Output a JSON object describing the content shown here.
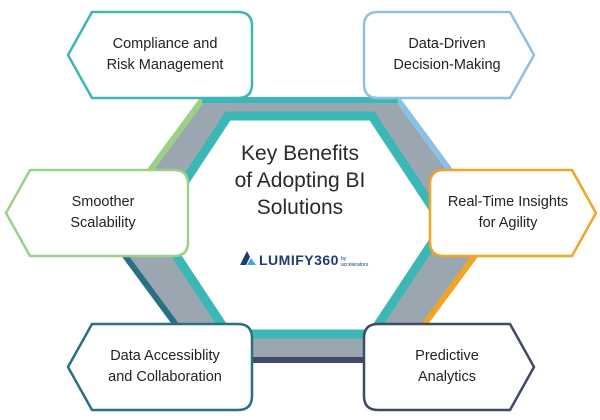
{
  "center": {
    "title": "Key Benefits\nof Adopting BI\nSolutions",
    "logo": {
      "wordmark": "LUMIFY360",
      "tagline": "by accelerators"
    }
  },
  "benefits": [
    {
      "id": "compliance",
      "text": "Compliance and\nRisk Management",
      "color": "#3bb7b5"
    },
    {
      "id": "data-driven",
      "text": "Data-Driven\nDecision-Making",
      "color": "#8cc1e6"
    },
    {
      "id": "scalability",
      "text": "Smoother\nScalability",
      "color": "#9bd186"
    },
    {
      "id": "real-time",
      "text": "Real-Time Insights\nfor Agility",
      "color": "#f0a526"
    },
    {
      "id": "accessibility",
      "text": "Data Accessiblity\nand Collaboration",
      "color": "#2b6f84"
    },
    {
      "id": "predictive",
      "text": "Predictive\nAnalytics",
      "color": "#3f4a66"
    }
  ],
  "colors": {
    "hex_fill": "#9aa7b0",
    "inner_ring": "#3bb7b5",
    "inner_fill": "#ffffff",
    "logo": "#1f3c70"
  },
  "icons": {
    "logo_mark": "lumify-logo-icon"
  }
}
